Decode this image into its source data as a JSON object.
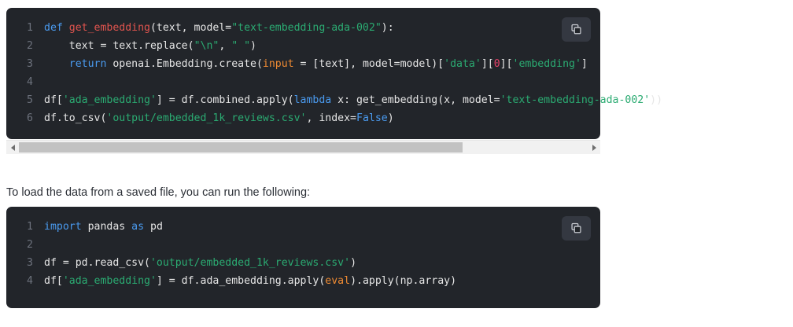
{
  "blocks": [
    {
      "name": "code-block-1",
      "language": "python",
      "copy_label": "copy-icon",
      "lines": [
        {
          "number": "1",
          "tokens": [
            {
              "t": "def ",
              "c": "kw"
            },
            {
              "t": "get_embedding",
              "c": "fn"
            },
            {
              "t": "(text, model=",
              "c": "pl"
            },
            {
              "t": "\"text-embedding-ada-002\"",
              "c": "str"
            },
            {
              "t": "):",
              "c": "pl"
            }
          ]
        },
        {
          "number": "2",
          "tokens": [
            {
              "t": "    text = text.replace(",
              "c": "pl"
            },
            {
              "t": "\"\\n\"",
              "c": "str"
            },
            {
              "t": ", ",
              "c": "pl"
            },
            {
              "t": "\" \"",
              "c": "str"
            },
            {
              "t": ")",
              "c": "pl"
            }
          ]
        },
        {
          "number": "3",
          "tokens": [
            {
              "t": "    ",
              "c": "pl"
            },
            {
              "t": "return",
              "c": "kw"
            },
            {
              "t": " openai.Embedding.create(",
              "c": "pl"
            },
            {
              "t": "input",
              "c": "bi"
            },
            {
              "t": " = [text], model=model)[",
              "c": "pl"
            },
            {
              "t": "'data'",
              "c": "str"
            },
            {
              "t": "][",
              "c": "pl"
            },
            {
              "t": "0",
              "c": "num"
            },
            {
              "t": "][",
              "c": "pl"
            },
            {
              "t": "'embedding'",
              "c": "str"
            },
            {
              "t": "]",
              "c": "pl"
            }
          ]
        },
        {
          "number": "4",
          "tokens": [
            {
              "t": "",
              "c": "pl"
            }
          ]
        },
        {
          "number": "5",
          "tokens": [
            {
              "t": "df[",
              "c": "pl"
            },
            {
              "t": "'ada_embedding'",
              "c": "str"
            },
            {
              "t": "] = df.combined.apply(",
              "c": "pl"
            },
            {
              "t": "lambda",
              "c": "kw"
            },
            {
              "t": " x: get_embedding(x, model=",
              "c": "pl"
            },
            {
              "t": "'text-embedding-ada-002'",
              "c": "str"
            },
            {
              "t": "))",
              "c": "pl"
            }
          ]
        },
        {
          "number": "6",
          "tokens": [
            {
              "t": "df.to_csv(",
              "c": "pl"
            },
            {
              "t": "'output/embedded_1k_reviews.csv'",
              "c": "str"
            },
            {
              "t": ", index=",
              "c": "pl"
            },
            {
              "t": "False",
              "c": "kw"
            },
            {
              "t": ")",
              "c": "pl"
            }
          ]
        }
      ],
      "scrollbar": {
        "left_arrow": "scroll-left-arrow",
        "right_arrow": "scroll-right-arrow",
        "thumb_percent": "78"
      }
    },
    {
      "name": "code-block-2",
      "language": "python",
      "copy_label": "copy-icon",
      "lines": [
        {
          "number": "1",
          "tokens": [
            {
              "t": "import",
              "c": "kw"
            },
            {
              "t": " pandas ",
              "c": "pl"
            },
            {
              "t": "as",
              "c": "kw"
            },
            {
              "t": " pd",
              "c": "pl"
            }
          ]
        },
        {
          "number": "2",
          "tokens": [
            {
              "t": "",
              "c": "pl"
            }
          ]
        },
        {
          "number": "3",
          "tokens": [
            {
              "t": "df = pd.read_csv(",
              "c": "pl"
            },
            {
              "t": "'output/embedded_1k_reviews.csv'",
              "c": "str"
            },
            {
              "t": ")",
              "c": "pl"
            }
          ]
        },
        {
          "number": "4",
          "tokens": [
            {
              "t": "df[",
              "c": "pl"
            },
            {
              "t": "'ada_embedding'",
              "c": "str"
            },
            {
              "t": "] = df.ada_embedding.apply(",
              "c": "pl"
            },
            {
              "t": "eval",
              "c": "bi"
            },
            {
              "t": ").apply(np.array)",
              "c": "pl"
            }
          ]
        }
      ]
    }
  ],
  "paragraph": {
    "text": "To load the data from a saved file, you can run the following:"
  },
  "colors": {
    "code_background": "#22252a",
    "copy_button_background": "#343841",
    "keyword": "#4a9bf0",
    "function": "#e0544e",
    "string": "#2bab72",
    "number": "#e8416a",
    "builtin": "#ef8b33",
    "plain_text": "#e6e6e6",
    "line_number": "#6d727d",
    "paragraph_text": "#2b2f36",
    "scrollbar_track": "#f1f1f1",
    "scrollbar_thumb": "#c2c2c2",
    "page_background": "#ffffff"
  }
}
